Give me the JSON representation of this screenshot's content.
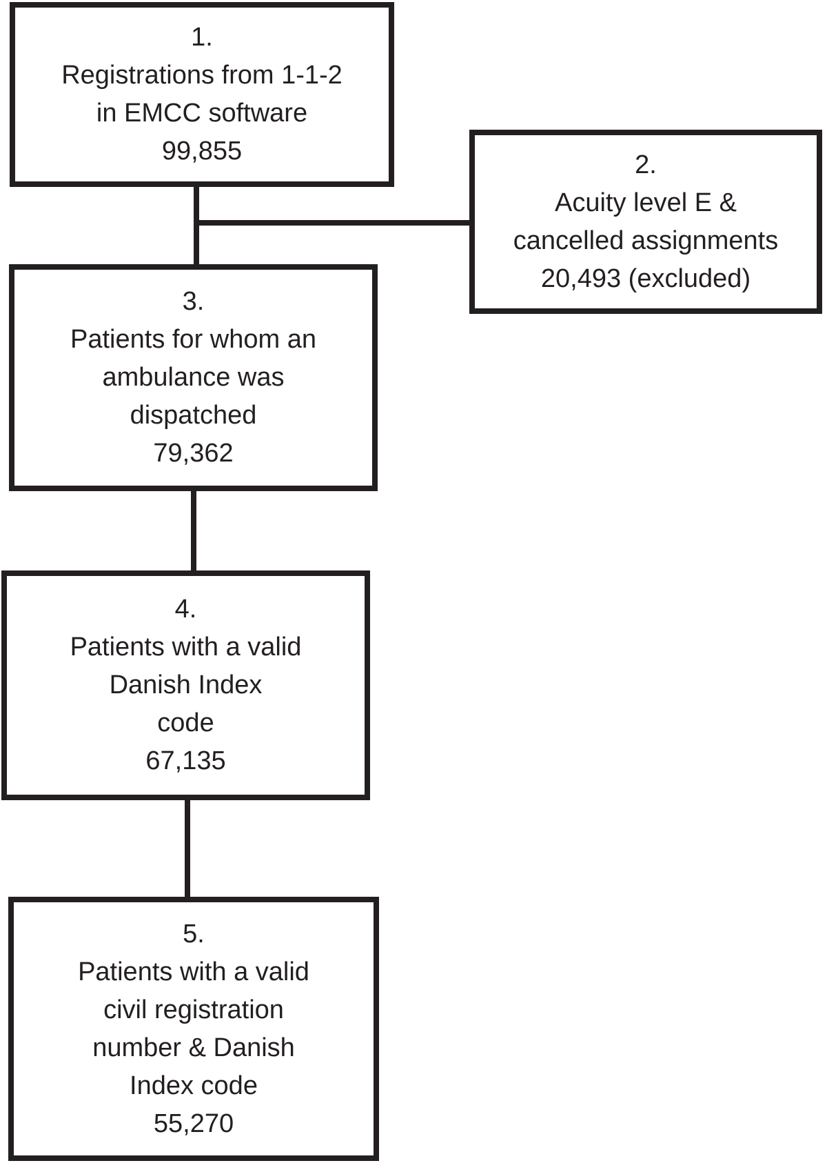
{
  "diagram": {
    "type": "flowchart",
    "colors": {
      "line": "#231f20",
      "background": "#ffffff",
      "text": "#231f20"
    },
    "boxes": [
      {
        "number": "1.",
        "label": "Registrations from 1-1-2\nin EMCC software",
        "count": "99,855"
      },
      {
        "number": "2.",
        "label": "Acuity level E &\ncancelled assignments",
        "count": "20,493 (excluded)"
      },
      {
        "number": "3.",
        "label": "Patients for whom an\nambulance was\ndispatched",
        "count": "79,362"
      },
      {
        "number": "4.",
        "label": "Patients with a valid\nDanish Index\ncode",
        "count": "67,135"
      },
      {
        "number": "5.",
        "label": "Patients with a valid\ncivil registration\nnumber & Danish\nIndex code",
        "count": "55,270"
      }
    ]
  }
}
